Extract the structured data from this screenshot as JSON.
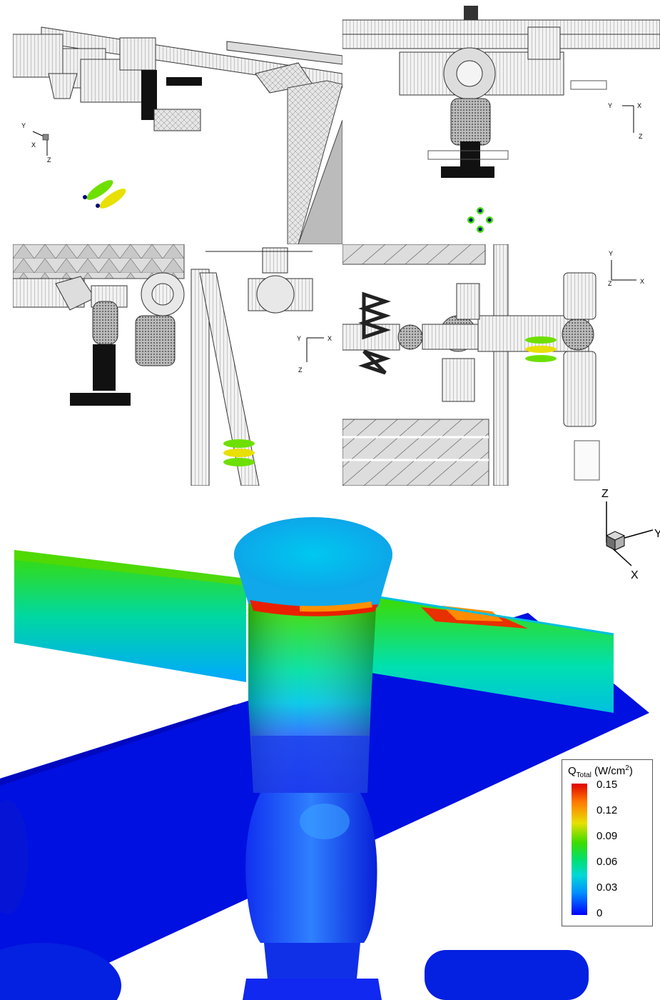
{
  "panels": [
    {
      "id": "view-1",
      "axes": {
        "a": "Y",
        "b": "X",
        "c": "Z"
      }
    },
    {
      "id": "view-2",
      "axes": {
        "a": "Y",
        "b": "X",
        "c": "Z"
      }
    },
    {
      "id": "view-3",
      "axes": {
        "a": "Y",
        "b": "X",
        "c": "Z"
      }
    },
    {
      "id": "view-4",
      "axes": {
        "a": "Y",
        "b": "Z",
        "c": "X"
      }
    }
  ],
  "main_view": {
    "axes": {
      "z": "Z",
      "y": "Y",
      "x": "X"
    }
  },
  "legend": {
    "title_main": "Q",
    "title_sub": "Total",
    "title_unit": "(W/cm",
    "title_sup": "2",
    "title_close": ")",
    "ticks": [
      "0.15",
      "0.12",
      "0.09",
      "0.06",
      "0.03",
      "0"
    ],
    "range": [
      0,
      0.15
    ],
    "colors": [
      "#e00000",
      "#ff7a00",
      "#e8e000",
      "#3cdc00",
      "#00e070",
      "#00d8d8",
      "#0090ff",
      "#0000ff"
    ]
  }
}
